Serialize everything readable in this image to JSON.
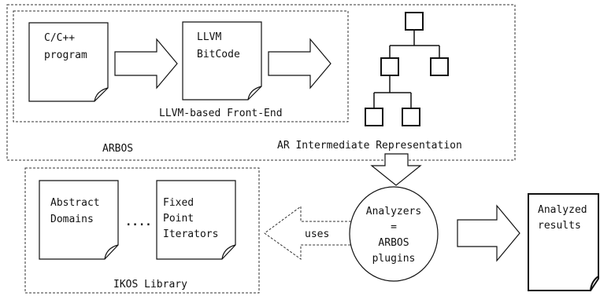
{
  "frontend": {
    "label": "LLVM-based Front-End",
    "source_doc": {
      "line1": "C/C++",
      "line2": "program"
    },
    "bitcode_doc": {
      "line1": "LLVM",
      "line2": "BitCode"
    }
  },
  "arbos": {
    "label": "ARBOS",
    "ir_label": "AR Intermediate Representation"
  },
  "ikos": {
    "label": "IKOS Library",
    "domains_doc": {
      "line1": "Abstract",
      "line2": "Domains"
    },
    "ellipsis": "....",
    "iterators_doc": {
      "line1": "Fixed",
      "line2": "Point",
      "line3": "Iterators"
    }
  },
  "uses_label": "uses",
  "analyzers": {
    "line1": "Analyzers",
    "line2": "=",
    "line3": "ARBOS",
    "line4": "plugins"
  },
  "results": {
    "line1": "Analyzed",
    "line2": "results"
  }
}
